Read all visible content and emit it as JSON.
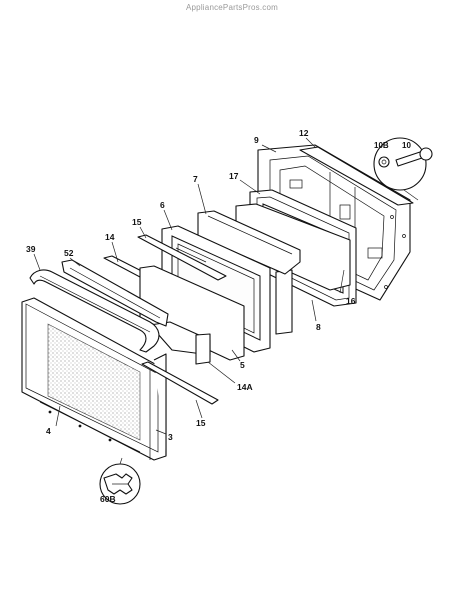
{
  "watermark": "AppliancePartsPros.com",
  "part_labels": {
    "p39": "39",
    "p52": "52",
    "p14": "14",
    "p15a": "15",
    "p6": "6",
    "p7": "7",
    "p17": "17",
    "p9": "9",
    "p12": "12",
    "p10B": "10B",
    "p10": "10",
    "p16": "16",
    "p8": "8",
    "p5": "5",
    "p14A": "14A",
    "p15b": "15",
    "p4": "4",
    "p3": "3",
    "p60B": "60B"
  }
}
